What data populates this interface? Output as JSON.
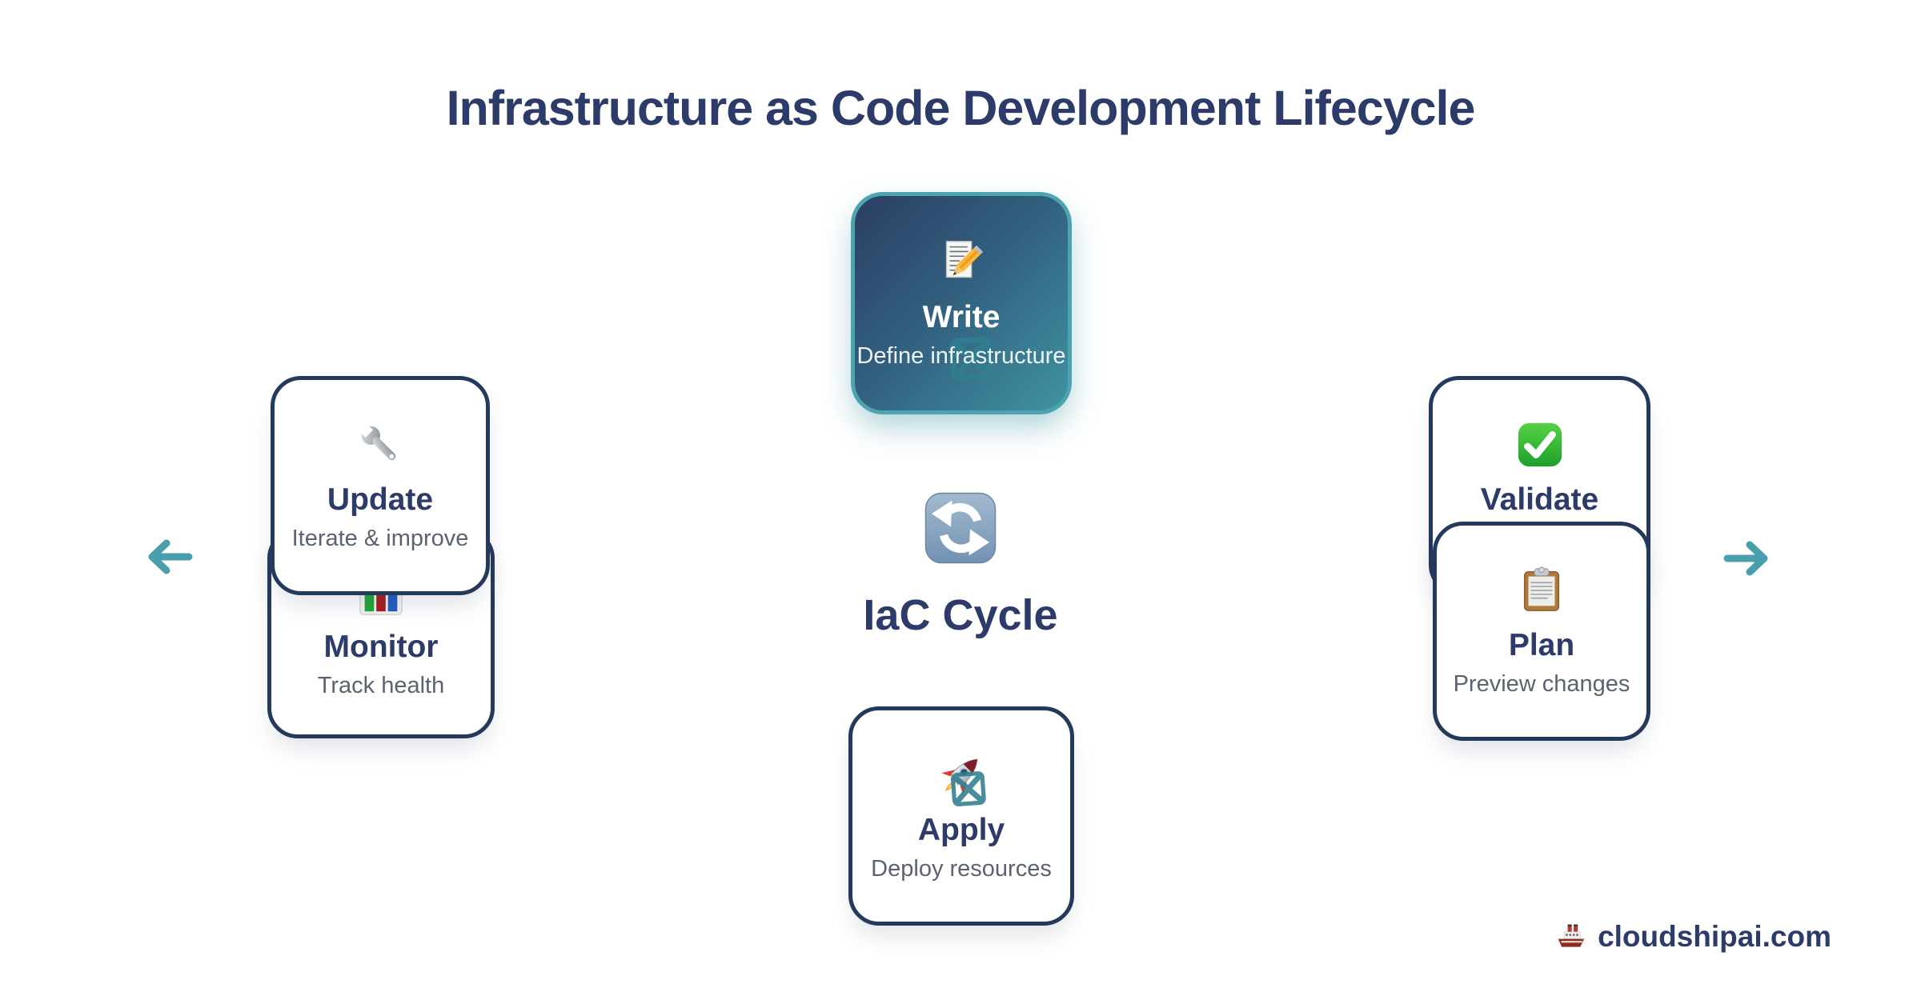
{
  "title": "Infrastructure as Code Development Lifecycle",
  "center": {
    "icon": "cycle-arrows-icon",
    "label": "IaC Cycle"
  },
  "stages": {
    "write": {
      "icon": "memo-pencil-icon",
      "title": "Write",
      "subtitle": "Define infrastructure",
      "highlighted": true
    },
    "validate": {
      "icon": "check-mark-icon",
      "title": "Validate",
      "subtitle": ""
    },
    "plan": {
      "icon": "clipboard-icon",
      "title": "Plan",
      "subtitle": "Preview changes"
    },
    "apply": {
      "icon": "rocket-icon",
      "title": "Apply",
      "subtitle": "Deploy resources"
    },
    "monitor": {
      "icon": "bar-chart-icon",
      "title": "Monitor",
      "subtitle": "Track health"
    },
    "update": {
      "icon": "wrench-icon",
      "title": "Update",
      "subtitle": "Iterate & improve"
    }
  },
  "navigation": {
    "prev": "arrow-left-icon",
    "next": "arrow-right-icon"
  },
  "footer": {
    "icon": "ship-icon",
    "text": "cloudshipai.com"
  },
  "colors": {
    "accent_teal": "#4A9FAD",
    "navy_text": "#2C3B69",
    "card_border_navy": "#24395E",
    "subtitle_gray": "#5B6372",
    "write_gradient_start": "#2B3E64",
    "write_gradient_end": "#3F93A3",
    "write_border_teal": "#4BA4AF",
    "watermark_teal": "#2F7F90"
  }
}
